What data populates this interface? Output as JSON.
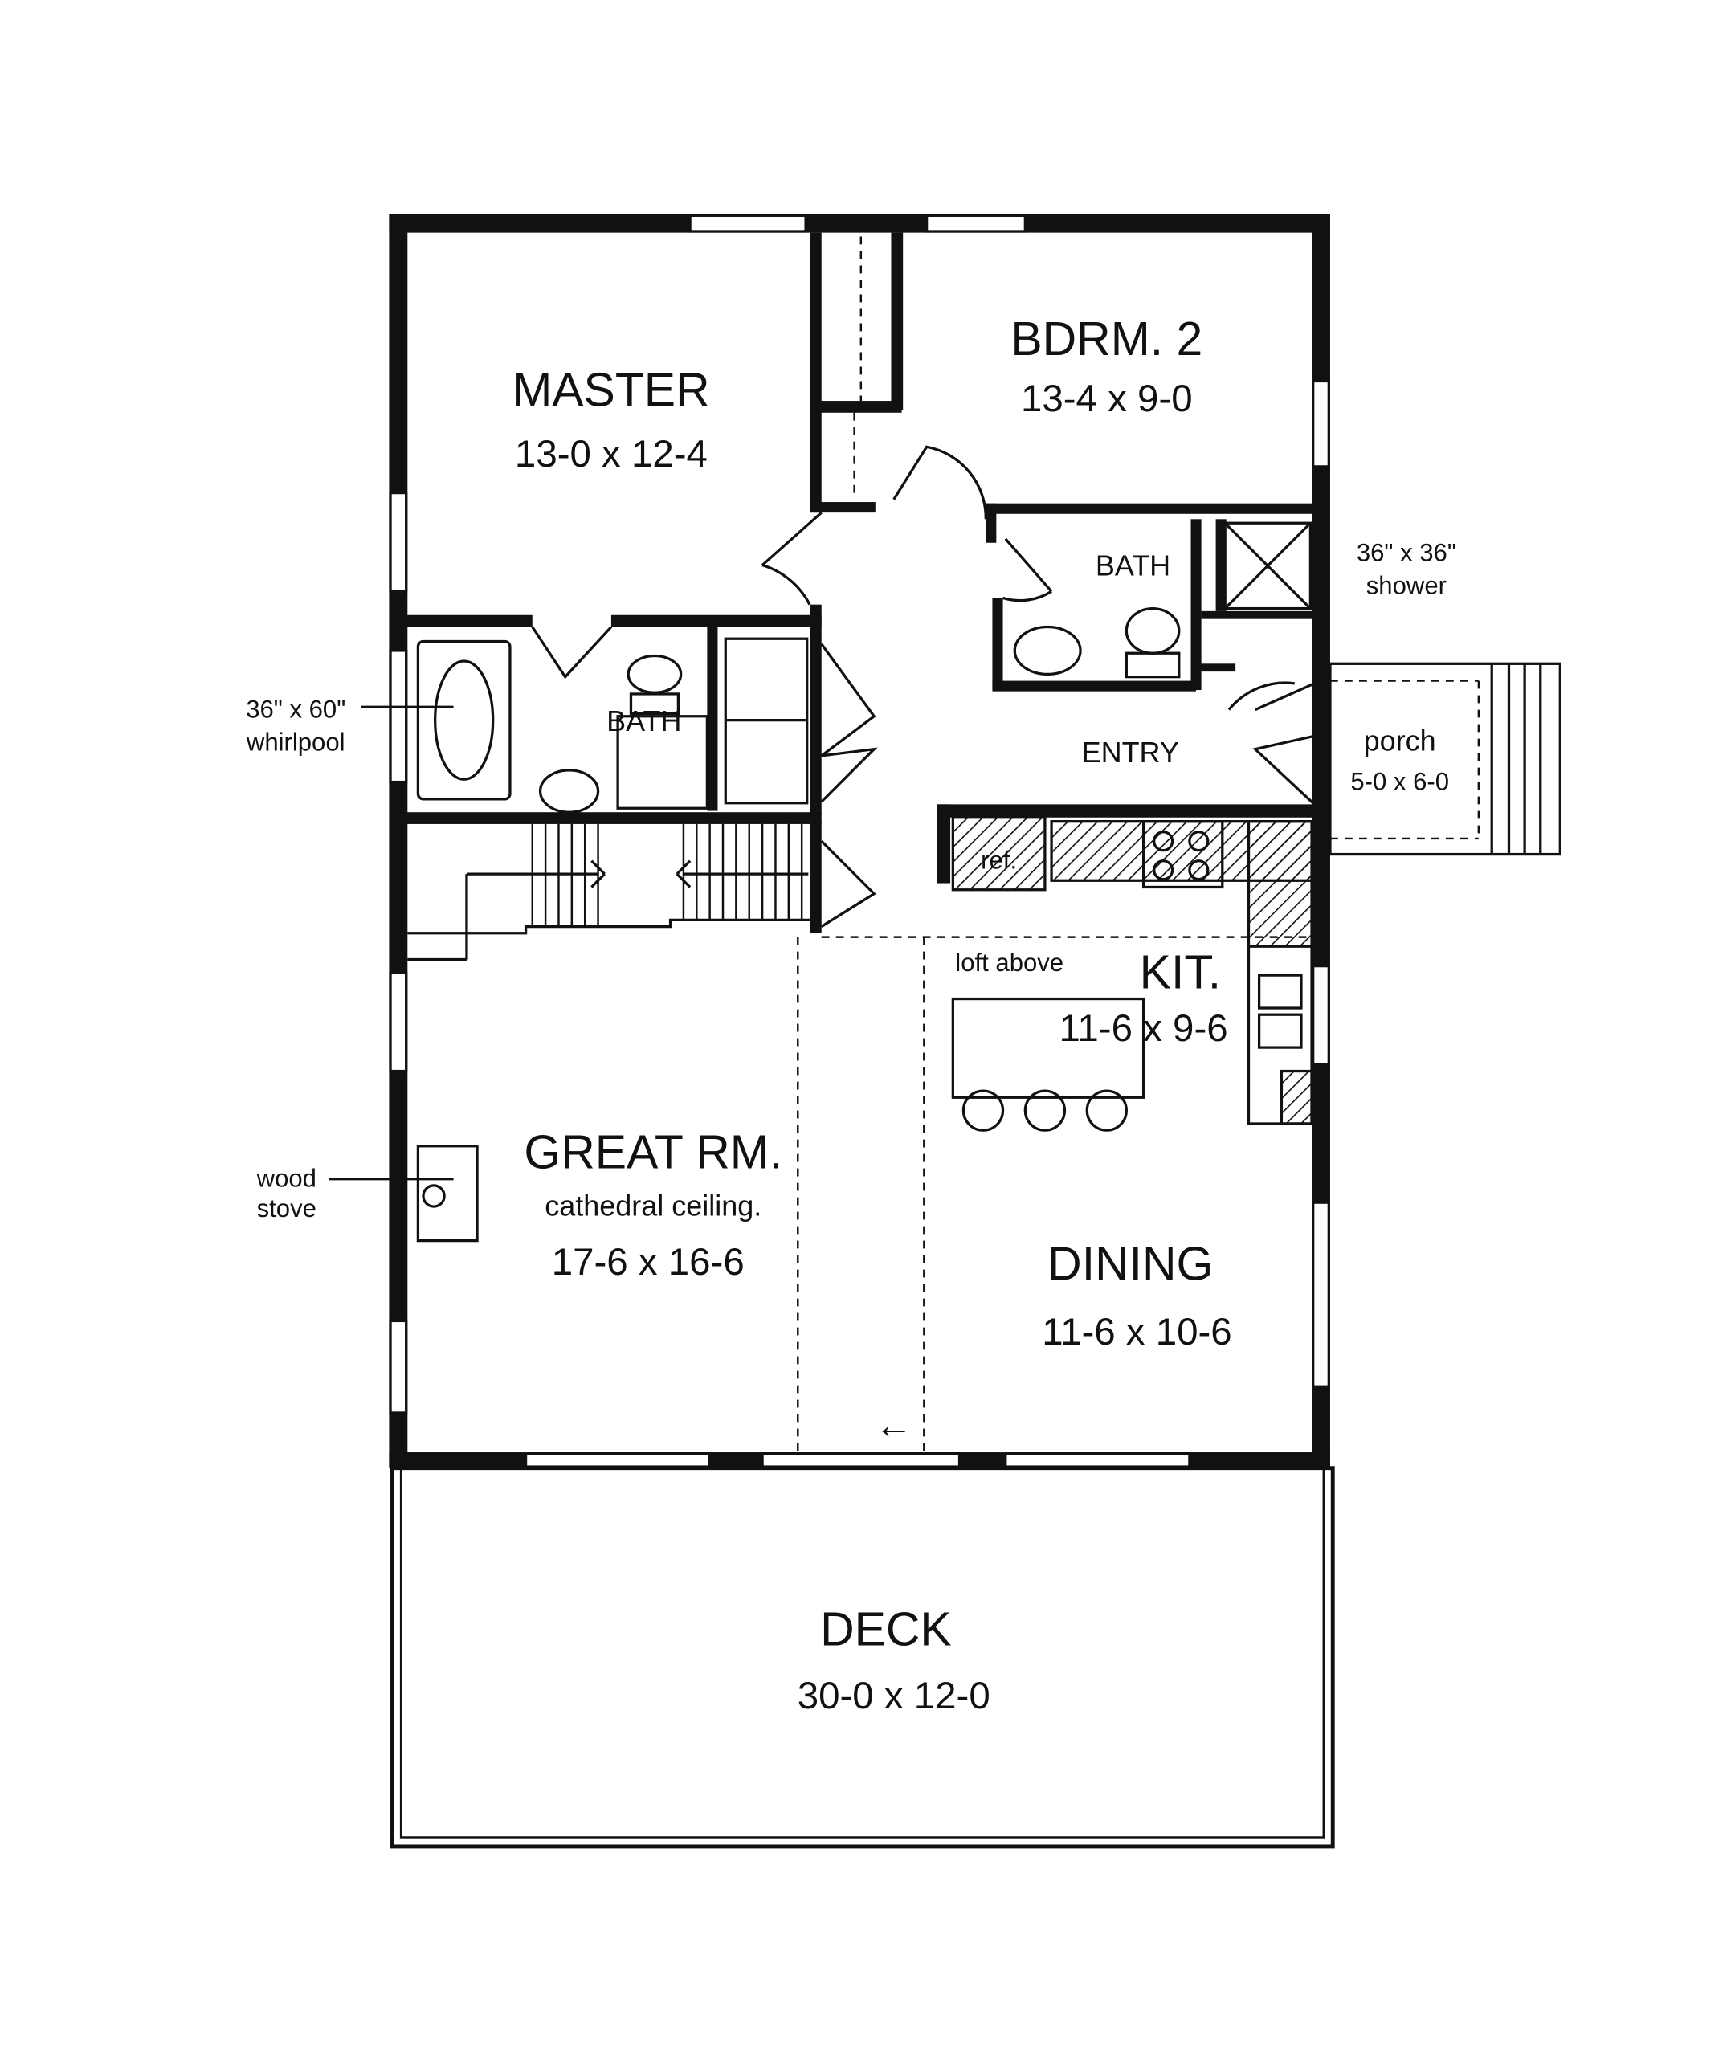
{
  "plan": {
    "rooms": {
      "master": {
        "name": "MASTER",
        "size": "13-0 x 12-4"
      },
      "bedroom2": {
        "name": "BDRM. 2",
        "size": "13-4 x 9-0"
      },
      "bath_upper": {
        "name": "BATH"
      },
      "bath_master": {
        "name": "BATH"
      },
      "entry": {
        "name": "ENTRY"
      },
      "porch": {
        "name": "porch",
        "size": "5-0 x 6-0"
      },
      "kitchen": {
        "name": "KIT.",
        "size": "11-6 x 9-6"
      },
      "great_room": {
        "name": "GREAT RM.",
        "note": "cathedral ceiling.",
        "size": "17-6 x 16-6"
      },
      "dining": {
        "name": "DINING",
        "size": "11-6 x 10-6"
      },
      "deck": {
        "name": "DECK",
        "size": "30-0 x 12-0"
      }
    },
    "annotations": {
      "shower_size": "36\" x 36\"",
      "shower_label": "shower",
      "whirlpool_size": "36\" x 60\"",
      "whirlpool_label": "whirlpool",
      "wood": "wood",
      "stove": "stove",
      "ref": "ref.",
      "loft": "loft above",
      "slider_arrow": "←"
    }
  }
}
